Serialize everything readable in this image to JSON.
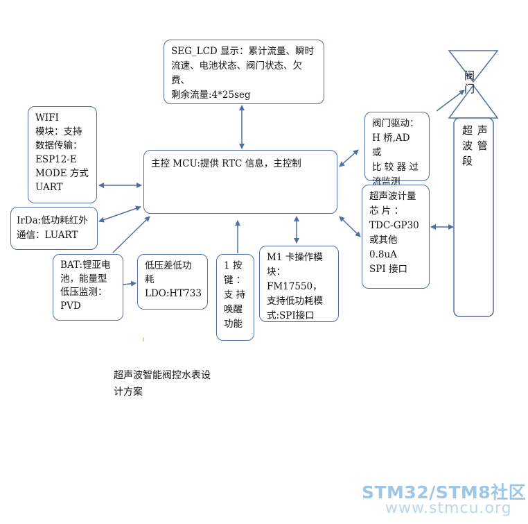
{
  "boxes": {
    "seg_lcd": "SEG_LCD 显示：累计流量、瞬时\n流速、电池状态、阀门状态、欠费、\n剩余流量:4*25seg",
    "wifi": "     WIFI\n模块：支持\n数据传输：\nESP12-E\nMODE 方式\nUART",
    "mcu": "主控 MCU:提供 RTC 信息，主控制",
    "irda": "IrDa:低功耗红外\n通信：LUART",
    "bat": "BAT:锂亚电\n池，能量型\n低压监测：\nPVD",
    "ldo": "低压差低功\n耗\nLDO:HT733",
    "key": "1 按\n键 ：\n支 持\n唤醒\n功能",
    "m1": "M1 卡操作模\n块：FM17550，\n支持低功耗模\n式:SPI接口",
    "valve_drive": "阀门驱动：\nH 桥,AD 或\n比 较 器 过\n流监测",
    "ultrasonic": "超声波计量\n芯  片  ：\nTDC-GP30\n或其他\n  0.8uA\nSPI 接口"
  },
  "valve_label": "阀\n门",
  "pipe_label": "超 声\n波 管\n段",
  "caption": "超声波智能阀控水表设\n计方案",
  "watermark": {
    "line1": "STM32/STM8社区",
    "line2": "www.stmcu.org"
  }
}
